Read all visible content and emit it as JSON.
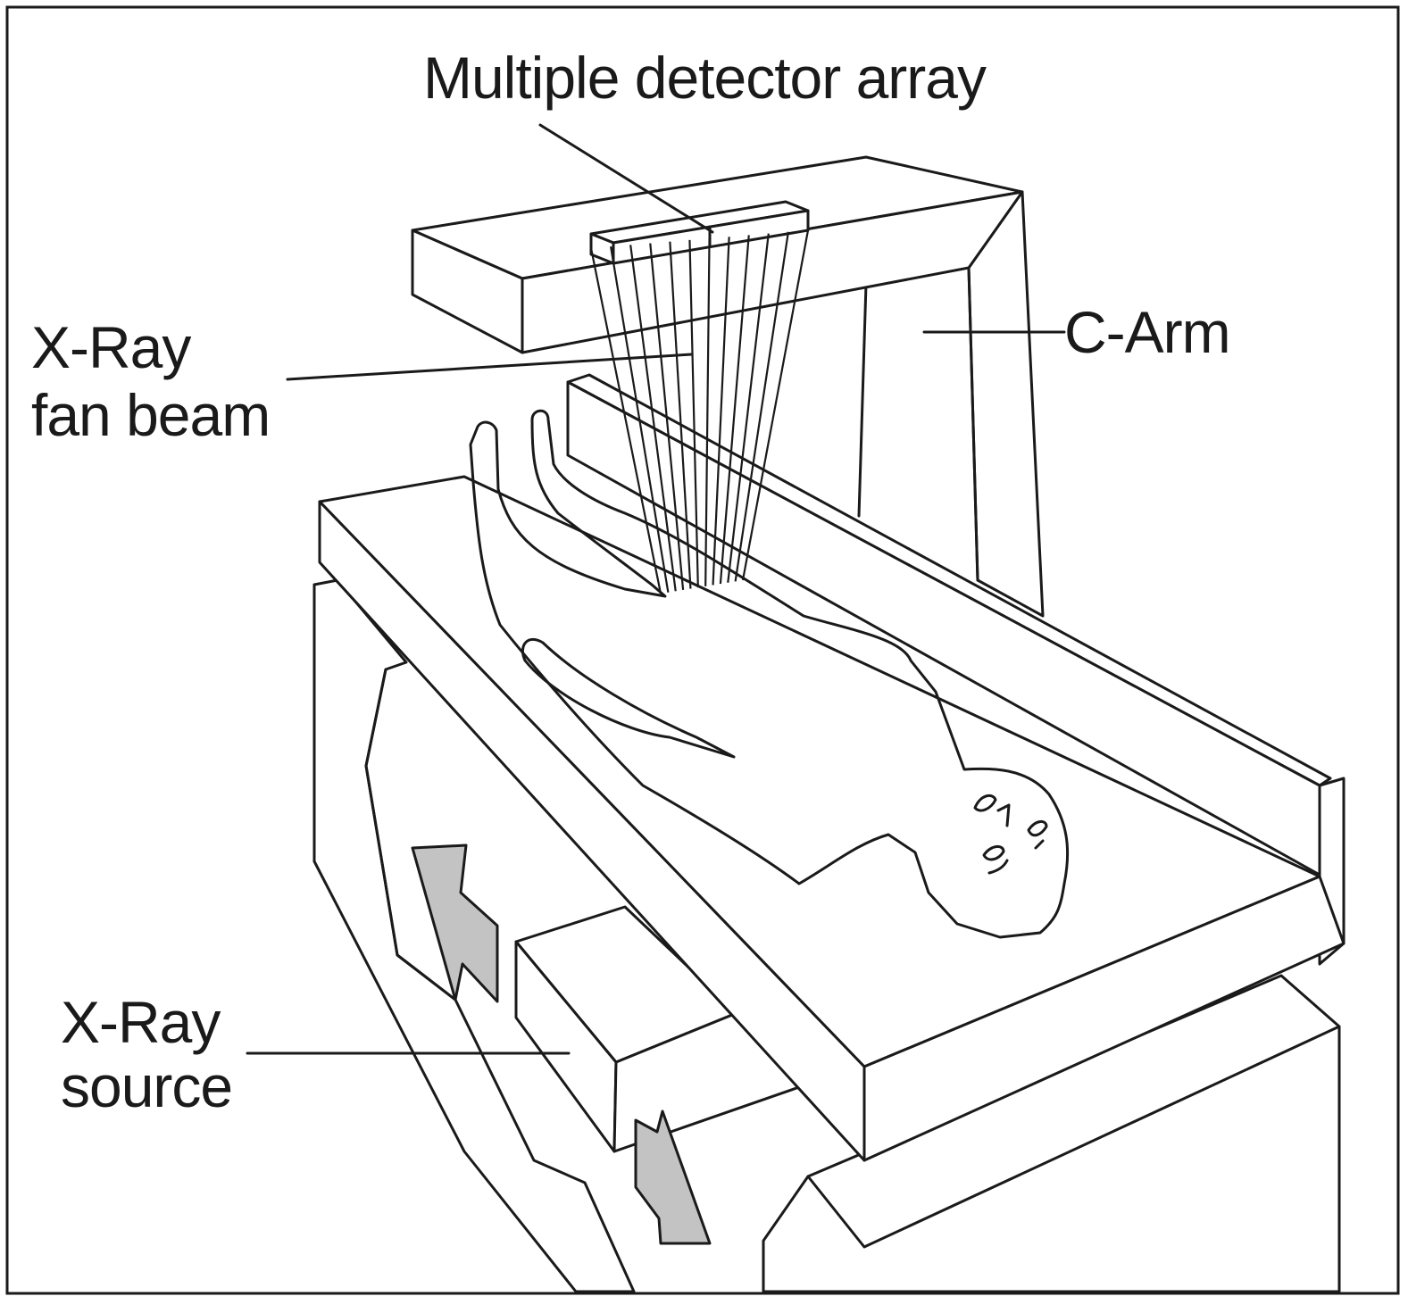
{
  "labels": {
    "detector": "Multiple detector array",
    "fan_beam_line1": "X-Ray",
    "fan_beam_line2": "fan beam",
    "c_arm": "C-Arm",
    "source_line1": "X-Ray",
    "source_line2": "source"
  },
  "colors": {
    "line": "#1a1a1a",
    "arrow_fill": "#c3c3c3",
    "background": "#ffffff"
  }
}
